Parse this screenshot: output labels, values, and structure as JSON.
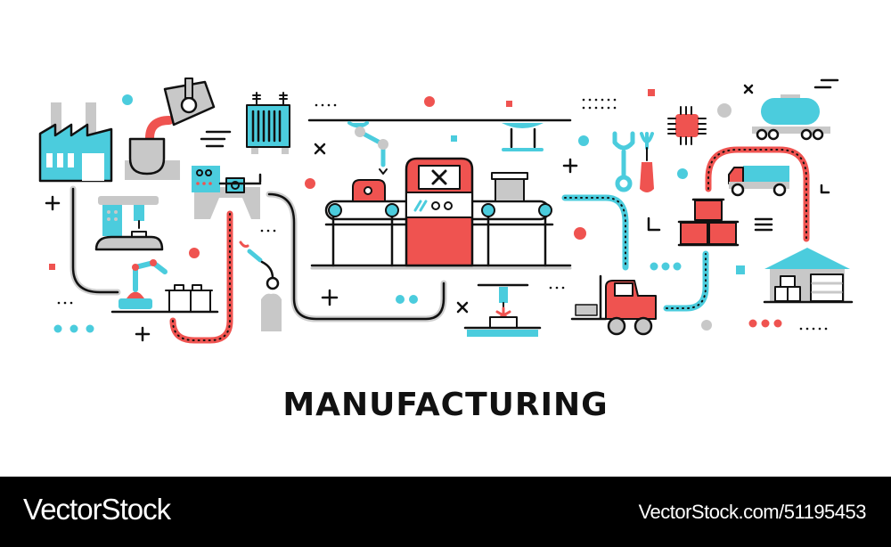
{
  "illustration": {
    "title": "MANUFACTURING",
    "colors": {
      "accent_cyan": "#4BCCDD",
      "accent_red": "#EF5350",
      "gray": "#C8C8C8",
      "ink": "#111111"
    },
    "elements": [
      "factory-icon",
      "ladle-crucible-icon",
      "transformer-icon",
      "drill-press-icon",
      "lathe-machine-icon",
      "robotic-arm-icon",
      "welding-torch-icon",
      "conveyor-belt-icon",
      "control-machine-icon",
      "laser-cutter-icon",
      "wrench-icon",
      "screwdriver-icon",
      "microchip-icon",
      "tank-wagon-icon",
      "truck-icon",
      "barrels-icon",
      "forklift-icon",
      "warehouse-icon"
    ]
  },
  "footer": {
    "brand": "VectorStock",
    "reference": "VectorStock.com/51195453"
  }
}
